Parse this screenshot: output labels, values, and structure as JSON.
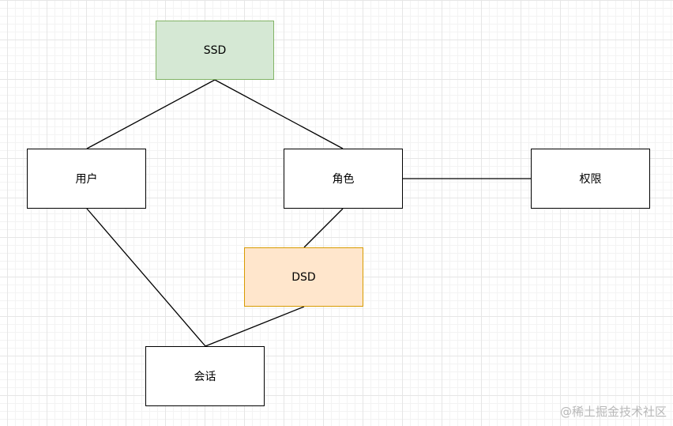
{
  "nodes": {
    "ssd": "SSD",
    "user": "用户",
    "role": "角色",
    "permission": "权限",
    "dsd": "DSD",
    "session": "会话"
  },
  "edges": [
    [
      "ssd",
      "user"
    ],
    [
      "ssd",
      "role"
    ],
    [
      "role",
      "permission"
    ],
    [
      "role",
      "dsd"
    ],
    [
      "user",
      "session"
    ],
    [
      "dsd",
      "session"
    ]
  ],
  "colors": {
    "ssd_fill": "#d5e8d4",
    "ssd_border": "#82b366",
    "dsd_fill": "#ffe6cc",
    "dsd_border": "#d79b00"
  },
  "watermark": "@稀土掘金技术社区"
}
